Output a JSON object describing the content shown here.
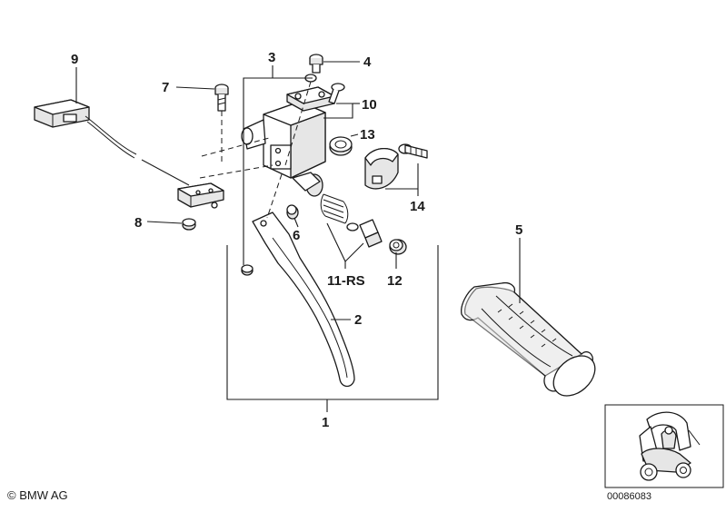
{
  "labels": {
    "l1": "1",
    "l2": "2",
    "l3": "3",
    "l4": "4",
    "l5": "5",
    "l6": "6",
    "l7": "7",
    "l8": "8",
    "l9": "9",
    "l10": "10",
    "l11": "11-RS",
    "l12": "12",
    "l13": "13",
    "l14": "14"
  },
  "footer": {
    "copyright": "© BMW AG",
    "diagram_id": "00086083"
  }
}
